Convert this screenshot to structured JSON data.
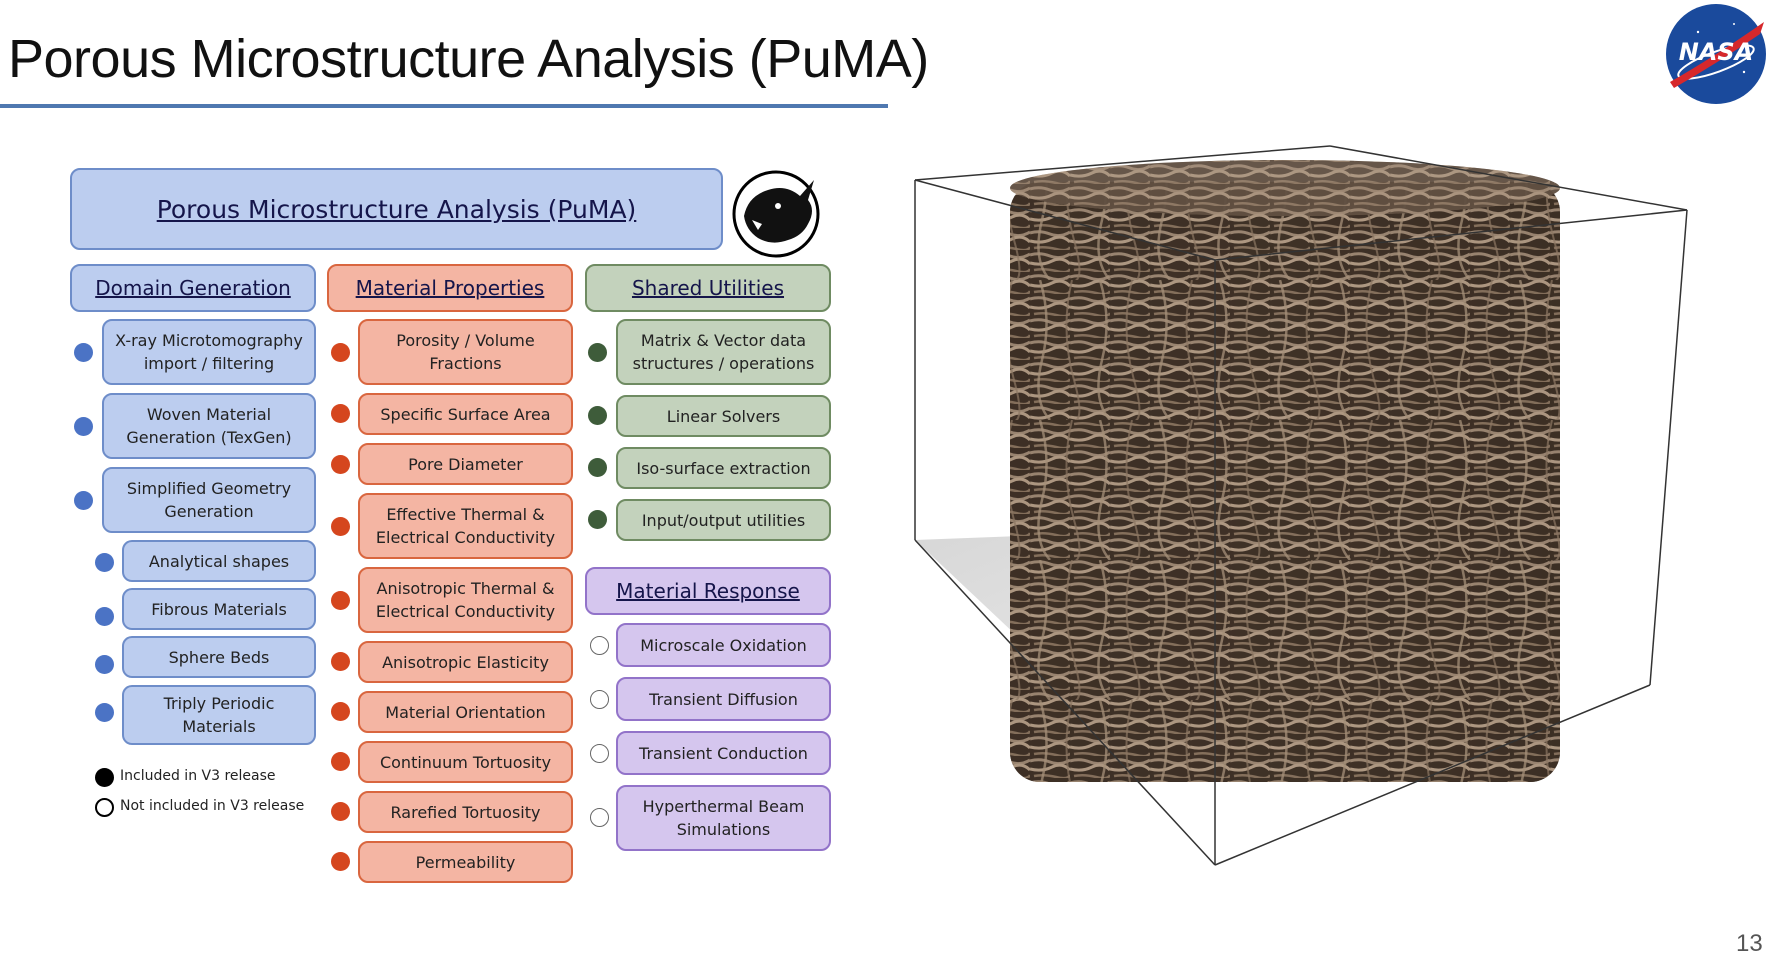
{
  "slide": {
    "title": "Porous Microstructure Analysis (PuMA)",
    "page_number": "13",
    "logo_text": "NASA"
  },
  "diagram": {
    "root": "Porous Microstructure Analysis (PuMA)",
    "domain_generation": {
      "header": "Domain Generation",
      "items": [
        "X-ray Microtomography\nimport / filtering",
        "Woven Material\nGeneration (TexGen)",
        "Simplified Geometry\nGeneration"
      ],
      "subitems": [
        "Analytical shapes",
        "Fibrous Materials",
        "Sphere Beds",
        "Triply Periodic\nMaterials"
      ]
    },
    "material_properties": {
      "header": "Material Properties",
      "items": [
        "Porosity / Volume\nFractions",
        "Specific Surface Area",
        "Pore Diameter",
        "Effective Thermal &\nElectrical Conductivity",
        "Anisotropic Thermal &\nElectrical Conductivity",
        "Anisotropic Elasticity",
        "Material Orientation",
        "Continuum Tortuosity",
        "Rarefied Tortuosity",
        "Permeability"
      ]
    },
    "shared_utilities": {
      "header": "Shared Utilities",
      "items": [
        "Matrix & Vector data\nstructures / operations",
        "Linear Solvers",
        "Iso-surface extraction",
        "Input/output utilities"
      ]
    },
    "material_response": {
      "header": "Material Response",
      "items": [
        "Microscale Oxidation",
        "Transient Diffusion",
        "Transient Conduction",
        "Hyperthermal Beam\nSimulations"
      ]
    },
    "legend": {
      "included": "Included in V3 release",
      "not_included": "Not included in V3 release"
    },
    "colors": {
      "blue": "#bccdef",
      "red": "#f4b5a3",
      "green": "#c3d2bc",
      "purple": "#d5c6ee",
      "title_rule": "#4f78b0"
    }
  }
}
